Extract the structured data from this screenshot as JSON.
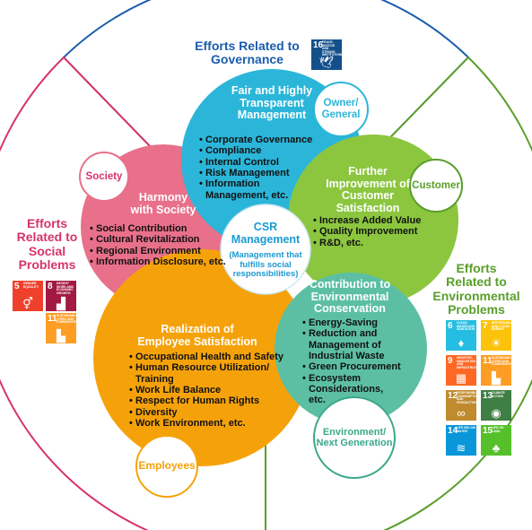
{
  "sectors": {
    "governance": {
      "title_line1": "Efforts Related to",
      "title_line2": "Governance",
      "color": "#1a5cad"
    },
    "social": {
      "title_line1": "Efforts",
      "title_line2": "Related to",
      "title_line3": "Social",
      "title_line4": "Problems",
      "color": "#d6336c"
    },
    "environmental": {
      "title_line1": "Efforts",
      "title_line2": "Related to",
      "title_line3": "Environmental",
      "title_line4": "Problems",
      "color": "#5a9e2b"
    }
  },
  "center": {
    "title_line1": "CSR",
    "title_line2": "Management",
    "subtitle_line1": "(Management that",
    "subtitle_line2": "fulfills social",
    "subtitle_line3": "responsibilities)",
    "color": "#1b9bd1"
  },
  "circles": {
    "governance": {
      "title": [
        "Fair and Highly",
        "Transparent",
        "Management"
      ],
      "items": [
        "Corporate Governance",
        "Compliance",
        "Internal Control",
        "Risk Management",
        "Information Management, etc."
      ],
      "color": "#2bb6d9"
    },
    "society": {
      "title": [
        "Harmony",
        "with Society"
      ],
      "items": [
        "Social Contribution",
        "Cultural Revitalization",
        "Regional Environment",
        "Information Disclosure, etc."
      ],
      "color": "#e8708a"
    },
    "customer": {
      "title": [
        "Further",
        "Improvement of",
        "Customer",
        "Satisfaction"
      ],
      "items": [
        "Increase Added Value",
        "Quality Improvement",
        "R&D, etc."
      ],
      "color": "#8cc63f"
    },
    "employee": {
      "title": [
        "Realization of",
        "Employee Satisfaction"
      ],
      "items": [
        "Occupational Health and Safety",
        "Human Resource Utilization/ Training",
        "Work Life Balance",
        "Respect for Human Rights",
        "Diversity",
        "Work Environment, etc."
      ],
      "color": "#f5a20a"
    },
    "environment": {
      "title": [
        "Contribution to",
        "Environmental",
        "Conservation"
      ],
      "items": [
        "Energy-Saving",
        "Reduction and Management of Industrial Waste",
        "Green Procurement",
        "Ecosystem Considerations, etc."
      ],
      "color": "#5cbfa3"
    }
  },
  "bubbles": {
    "owner": {
      "line1": "Owner/",
      "line2": "General",
      "color": "#2bb6d9"
    },
    "society": {
      "label": "Society",
      "color": "#e8708a"
    },
    "customer": {
      "label": "Customer",
      "color": "#5a9e2b"
    },
    "employees": {
      "label": "Employees",
      "color": "#f5a20a"
    },
    "environment": {
      "line1": "Environment/",
      "line2": "Next Generation",
      "color": "#3aa88a"
    }
  },
  "sdg_icons": {
    "governance": [
      {
        "num": "16",
        "label": "Peace, Justice and Strong Institutions",
        "color": "#13508b",
        "icon": "dove-icon",
        "glyph": "🕊"
      }
    ],
    "social": [
      {
        "num": "5",
        "label": "Gender Equality",
        "color": "#ef402b",
        "icon": "gender-icon",
        "glyph": "⚥"
      },
      {
        "num": "8",
        "label": "Decent Work and Economic Growth",
        "color": "#a21942",
        "icon": "growth-chart-icon",
        "glyph": "📈"
      },
      {
        "num": "11",
        "label": "Sustainable Cities and Communities",
        "color": "#fd9d24",
        "icon": "city-icon",
        "glyph": "🏙"
      }
    ],
    "environmental": [
      {
        "num": "6",
        "label": "Clean Water and Sanitation",
        "color": "#26bde2",
        "icon": "water-drop-icon",
        "glyph": "💧"
      },
      {
        "num": "7",
        "label": "Affordable and Clean Energy",
        "color": "#fcc30b",
        "icon": "sun-icon",
        "glyph": "☀"
      },
      {
        "num": "9",
        "label": "Industry, Innovation and Infrastructure",
        "color": "#fd6925",
        "icon": "cubes-icon",
        "glyph": "▦"
      },
      {
        "num": "11",
        "label": "Sustainable Cities and Communities",
        "color": "#fd9d24",
        "icon": "city-icon",
        "glyph": "🏙"
      },
      {
        "num": "12",
        "label": "Responsible Consumption and Production",
        "color": "#bf8b2e",
        "icon": "infinity-icon",
        "glyph": "∞"
      },
      {
        "num": "13",
        "label": "Climate Action",
        "color": "#3f7e44",
        "icon": "eye-globe-icon",
        "glyph": "◉"
      },
      {
        "num": "14",
        "label": "Life Below Water",
        "color": "#0a97d9",
        "icon": "fish-icon",
        "glyph": "🐟"
      },
      {
        "num": "15",
        "label": "Life on Land",
        "color": "#56c02b",
        "icon": "tree-icon",
        "glyph": "🌳"
      }
    ]
  }
}
